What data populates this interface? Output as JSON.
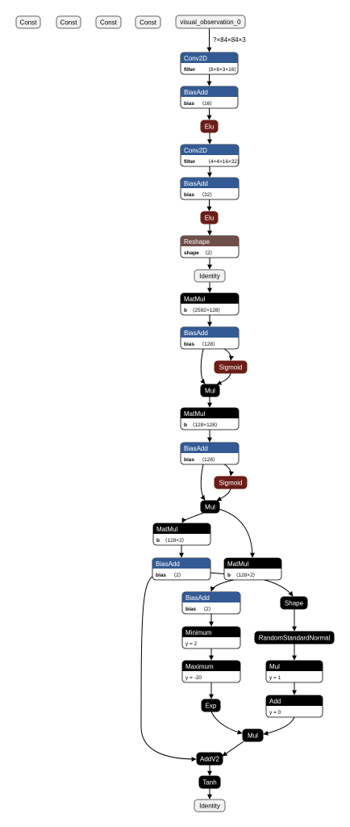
{
  "colors": {
    "blue": "#335a94",
    "dark_red": "#6b1d18",
    "brown": "#6f4d49",
    "black": "#000000",
    "light": "#f2f2f2",
    "edge": "#000000"
  },
  "input_shape": "?×84×84×3",
  "const_nodes": [
    "Const",
    "Const",
    "Const",
    "Const"
  ],
  "input_node": "visual_observation_0",
  "nodes": {
    "conv1": {
      "title": "Conv2D",
      "attr_name": "filter",
      "attr_value": "⟨8×8×3×16⟩"
    },
    "bias1": {
      "title": "BiasAdd",
      "attr_name": "bias",
      "attr_value": "⟨16⟩"
    },
    "elu1": {
      "title": "Elu"
    },
    "conv2": {
      "title": "Conv2D",
      "attr_name": "filter",
      "attr_value": "⟨4×4×16×32⟩"
    },
    "bias2": {
      "title": "BiasAdd",
      "attr_name": "bias",
      "attr_value": "⟨32⟩"
    },
    "elu2": {
      "title": "Elu"
    },
    "reshape": {
      "title": "Reshape",
      "attr_name": "shape",
      "attr_value": "⟨2⟩"
    },
    "identity1": {
      "title": "Identity"
    },
    "matmul1": {
      "title": "MatMul",
      "attr_name": "b",
      "attr_value": "⟨2592×128⟩"
    },
    "bias3": {
      "title": "BiasAdd",
      "attr_name": "bias",
      "attr_value": "⟨128⟩"
    },
    "sigmoid1": {
      "title": "Sigmoid"
    },
    "mul1": {
      "title": "Mul"
    },
    "matmul2": {
      "title": "MatMul",
      "attr_name": "b",
      "attr_value": "⟨128×128⟩"
    },
    "bias4": {
      "title": "BiasAdd",
      "attr_name": "bias",
      "attr_value": "⟨128⟩"
    },
    "sigmoid2": {
      "title": "Sigmoid"
    },
    "mul2": {
      "title": "Mul"
    },
    "matmul3": {
      "title": "MatMul",
      "attr_name": "b",
      "attr_value": "⟨128×2⟩"
    },
    "bias5": {
      "title": "BiasAdd",
      "attr_name": "bias",
      "attr_value": "⟨2⟩"
    },
    "matmul4": {
      "title": "MatMul",
      "attr_name": "b",
      "attr_value": "⟨128×2⟩"
    },
    "bias6": {
      "title": "BiasAdd",
      "attr_name": "bias",
      "attr_value": "⟨2⟩"
    },
    "shape": {
      "title": "Shape"
    },
    "minimum": {
      "title": "Minimum",
      "attr_text": "y = 2"
    },
    "randnorm": {
      "title": "RandomStandardNormal"
    },
    "maximum": {
      "title": "Maximum",
      "attr_text": "y = -20"
    },
    "mul3": {
      "title": "Mul",
      "attr_text": "y = 1"
    },
    "exp": {
      "title": "Exp"
    },
    "add": {
      "title": "Add",
      "attr_text": "y = 0"
    },
    "mul4": {
      "title": "Mul"
    },
    "addv2": {
      "title": "AddV2"
    },
    "tanh": {
      "title": "Tanh"
    },
    "identity2": {
      "title": "Identity"
    }
  }
}
